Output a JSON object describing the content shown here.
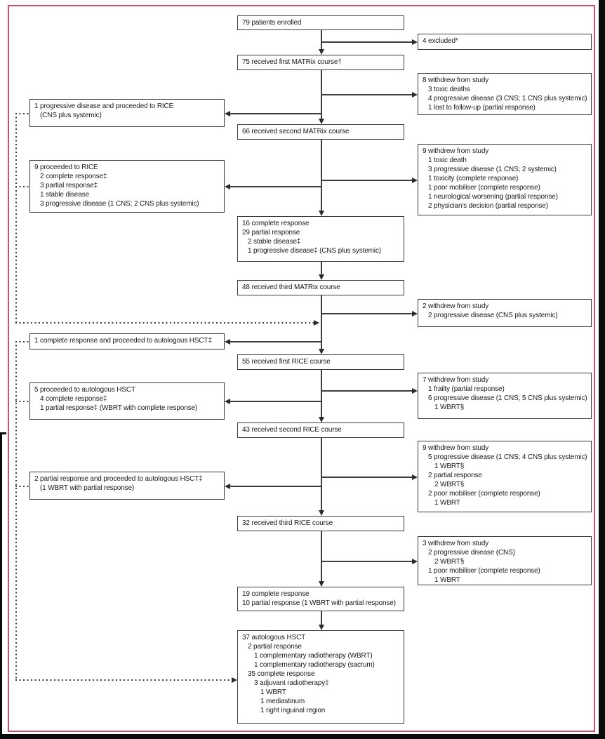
{
  "figure": {
    "type": "trial-profile-flow-diagram",
    "colors": {
      "frame": "#c9506f",
      "line": "#3d3d3d",
      "text": "#1a1a1a",
      "box_background": "#ffffff"
    }
  },
  "boxes": [
    {
      "id": "c1",
      "lines": [
        {
          "text": "79 patients enrolled",
          "indent": 0
        }
      ]
    },
    {
      "id": "r1",
      "lines": [
        {
          "text": "4 excluded*",
          "indent": 0
        }
      ]
    },
    {
      "id": "c2",
      "lines": [
        {
          "text": "75 received first MATRix course†",
          "indent": 0
        }
      ]
    },
    {
      "id": "r2",
      "lines": [
        {
          "text": "8 withdrew from study",
          "indent": 0
        },
        {
          "text": "3 toxic deaths",
          "indent": 1
        },
        {
          "text": "4 progressive disease (3 CNS; 1 CNS plus systemic)",
          "indent": 1
        },
        {
          "text": "1 lost to follow-up (partial response)",
          "indent": 1
        }
      ]
    },
    {
      "id": "l1",
      "lines": [
        {
          "text": "1 progressive disease and proceeded to RICE",
          "indent": 0
        },
        {
          "text": "(CNS plus systemic)",
          "indent": 1
        }
      ]
    },
    {
      "id": "c3",
      "lines": [
        {
          "text": "66 received second MATRix course",
          "indent": 0
        }
      ]
    },
    {
      "id": "r3",
      "lines": [
        {
          "text": "9 withdrew from study",
          "indent": 0
        },
        {
          "text": "1 toxic death",
          "indent": 1
        },
        {
          "text": "3 progressive disease (1 CNS; 2 systemic)",
          "indent": 1
        },
        {
          "text": "1 toxicity (complete response)",
          "indent": 1
        },
        {
          "text": "1 poor mobiliser (complete response)",
          "indent": 1
        },
        {
          "text": "1 neurological worsening (partial response)",
          "indent": 1
        },
        {
          "text": "2 physician's decision (partial response)",
          "indent": 1
        }
      ]
    },
    {
      "id": "l2",
      "lines": [
        {
          "text": "9 proceeded to RICE",
          "indent": 0
        },
        {
          "text": "2 complete response‡",
          "indent": 1
        },
        {
          "text": "3 partial response‡",
          "indent": 1
        },
        {
          "text": "1 stable disease",
          "indent": 1
        },
        {
          "text": "3 progressive disease (1 CNS; 2 CNS plus systemic)",
          "indent": 1
        }
      ]
    },
    {
      "id": "c4",
      "lines": [
        {
          "text": "16 complete response",
          "indent": 0
        },
        {
          "text": "29 partial response",
          "indent": 0
        },
        {
          "text": "2 stable disease‡",
          "indent": 1
        },
        {
          "text": "1 progressive disease‡ (CNS plus systemic)",
          "indent": 1
        }
      ]
    },
    {
      "id": "c5",
      "lines": [
        {
          "text": "48 received third MATRix course",
          "indent": 0
        }
      ]
    },
    {
      "id": "r4",
      "lines": [
        {
          "text": "2 withdrew from study",
          "indent": 0
        },
        {
          "text": "2 progressive disease (CNS plus systemic)",
          "indent": 1
        }
      ]
    },
    {
      "id": "l3",
      "lines": [
        {
          "text": "1 complete response and proceeded to autologous HSCT‡",
          "indent": 0
        }
      ]
    },
    {
      "id": "c6",
      "lines": [
        {
          "text": "55 received first RICE course",
          "indent": 0
        }
      ]
    },
    {
      "id": "r5",
      "lines": [
        {
          "text": "7 withdrew from study",
          "indent": 0
        },
        {
          "text": "1 frailty (partial response)",
          "indent": 1
        },
        {
          "text": "6 progressive disease (1 CNS; 5 CNS plus systemic)",
          "indent": 1
        },
        {
          "text": "1 WBRT§",
          "indent": 2
        }
      ]
    },
    {
      "id": "l4",
      "lines": [
        {
          "text": "5 proceeded to autologous HSCT",
          "indent": 0
        },
        {
          "text": "4 complete response‡",
          "indent": 1
        },
        {
          "text": "1 partial response‡ (WBRT with complete response)",
          "indent": 1
        }
      ]
    },
    {
      "id": "c7",
      "lines": [
        {
          "text": "43 received second RICE course",
          "indent": 0
        }
      ]
    },
    {
      "id": "r6",
      "lines": [
        {
          "text": "9 withdrew from study",
          "indent": 0
        },
        {
          "text": "5 progressive disease (1 CNS; 4 CNS plus systemic)",
          "indent": 1
        },
        {
          "text": "1 WBRT§",
          "indent": 2
        },
        {
          "text": "2 partial response",
          "indent": 1
        },
        {
          "text": "2 WBRT§",
          "indent": 2
        },
        {
          "text": "2 poor mobiliser (complete response)",
          "indent": 1
        },
        {
          "text": "1 WBRT",
          "indent": 2
        }
      ]
    },
    {
      "id": "l5",
      "lines": [
        {
          "text": "2 partial response and proceeded to autologous HSCT‡",
          "indent": 0
        },
        {
          "text": "(1 WBRT with partial response)",
          "indent": 1
        }
      ]
    },
    {
      "id": "c8",
      "lines": [
        {
          "text": "32 received third RICE course",
          "indent": 0
        }
      ]
    },
    {
      "id": "r7",
      "lines": [
        {
          "text": "3 withdrew from study",
          "indent": 0
        },
        {
          "text": "2 progressive disease (CNS)",
          "indent": 1
        },
        {
          "text": "2 WBRT§",
          "indent": 2
        },
        {
          "text": "1 poor mobiliser (complete response)",
          "indent": 1
        },
        {
          "text": "1 WBRT",
          "indent": 2
        }
      ]
    },
    {
      "id": "c9",
      "lines": [
        {
          "text": "19 complete response",
          "indent": 0
        },
        {
          "text": "10 partial response (1 WBRT with partial response)",
          "indent": 0
        }
      ]
    },
    {
      "id": "c10",
      "lines": [
        {
          "text": "37 autologous HSCT",
          "indent": 0
        },
        {
          "text": "2 partial response",
          "indent": 1
        },
        {
          "text": "1 complementary radiotherapy (WBRT)",
          "indent": 2
        },
        {
          "text": "1 complementary radiotherapy (sacrum)",
          "indent": 2
        },
        {
          "text": "35 complete response",
          "indent": 1
        },
        {
          "text": "3 adjuvant radiotherapy‡",
          "indent": 2
        },
        {
          "text": "1 WBRT",
          "indent": 3
        },
        {
          "text": "1 mediastinum",
          "indent": 3
        },
        {
          "text": "1 right inguinal region",
          "indent": 3
        }
      ]
    }
  ]
}
